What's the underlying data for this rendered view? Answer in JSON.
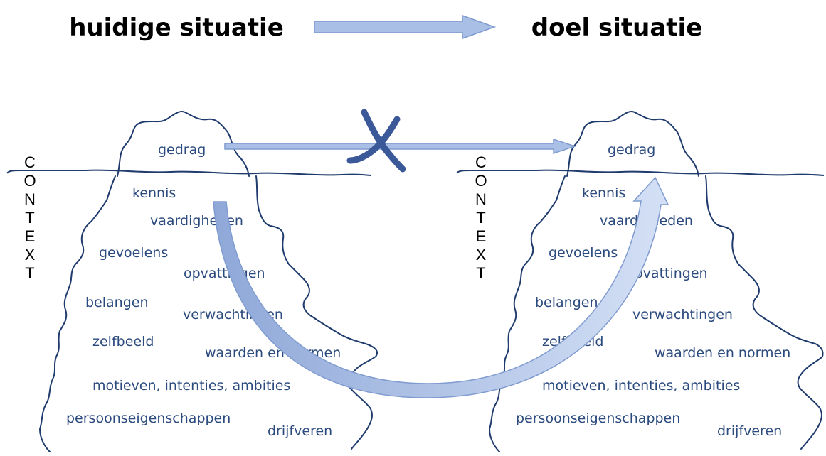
{
  "titles": {
    "current": "huidige situatie",
    "target": "doel situatie"
  },
  "context_letters": [
    "C",
    "O",
    "N",
    "T",
    "E",
    "X",
    "T"
  ],
  "left_iceberg": {
    "top": "gedrag",
    "items": [
      "kennis",
      "vaardigheden",
      "gevoelens",
      "opvattingen",
      "belangen",
      "verwachtingen",
      "zelfbeeld",
      "waarden en normen",
      "motieven, intenties, ambities",
      "persoonseigenschappen",
      "drijfveren"
    ]
  },
  "right_iceberg": {
    "top": "gedrag",
    "items": [
      "kennis",
      "vaardigheden",
      "gevoelens",
      "opvattingen",
      "belangen",
      "verwachtingen",
      "zelfbeeld",
      "waarden en normen",
      "motieven, intenties, ambities",
      "persoonseigenschappen",
      "drijfveren"
    ]
  },
  "colors": {
    "outline": "#1f3b6d",
    "label": "#2b4a7e",
    "arrow_fill": "#a9bfe6",
    "arrow_stroke": "#7f9bcf",
    "cross": "#3b5898"
  }
}
